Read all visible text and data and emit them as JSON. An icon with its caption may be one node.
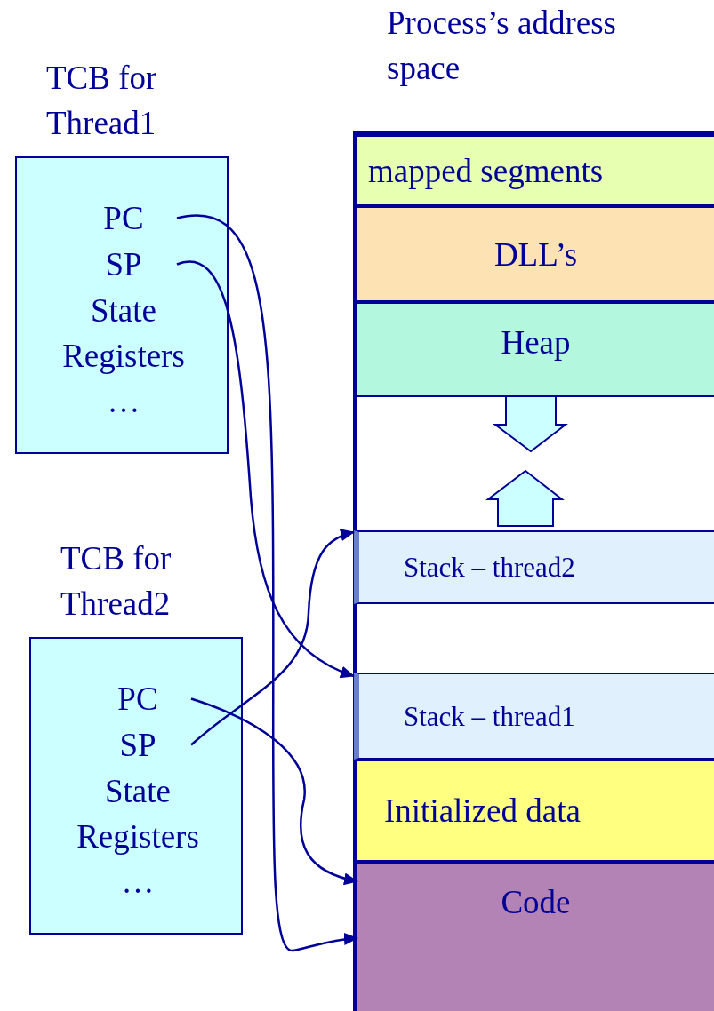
{
  "diagram": {
    "nodes": [
      {
        "text": [
          "TCB for Thread1"
        ]
      },
      {
        "text": [
          "PC"
        ],
        "in": 0
      },
      {
        "text": [
          "SP"
        ],
        "in": 0
      },
      {
        "text": [
          "State Registers …"
        ],
        "in": 0
      },
      {
        "text": [
          "Process’s address space"
        ]
      },
      {
        "text": [
          "mapped segments"
        ],
        "in": 4
      },
      {
        "text": [
          "DLL’s"
        ],
        "in": 4
      },
      {
        "text": [
          "Heap"
        ],
        "in": 4
      },
      {
        "text": [
          "Stack – thread2"
        ],
        "in": 4
      },
      {
        "text": [
          "Stack – thread1"
        ],
        "in": 4
      },
      {
        "text": [
          "Initialized data"
        ],
        "in": 4
      },
      {
        "text": [
          "Code"
        ],
        "in": 4
      },
      {
        "text": [
          "TCB for Thread2"
        ]
      },
      {
        "text": [
          "PC"
        ],
        "in": 12
      },
      {
        "text": [
          "SP"
        ],
        "in": 12
      },
      {
        "text": [
          "State Registers …"
        ],
        "in": 12
      }
    ],
    "edges": [
      {
        "from": 1,
        "to": 11,
        "arrow": "to"
      },
      {
        "from": 2,
        "to": 9,
        "arrow": "to"
      },
      {
        "from": 13,
        "to": 11,
        "arrow": "to"
      },
      {
        "from": 14,
        "to": 8,
        "arrow": "to"
      }
    ]
  }
}
